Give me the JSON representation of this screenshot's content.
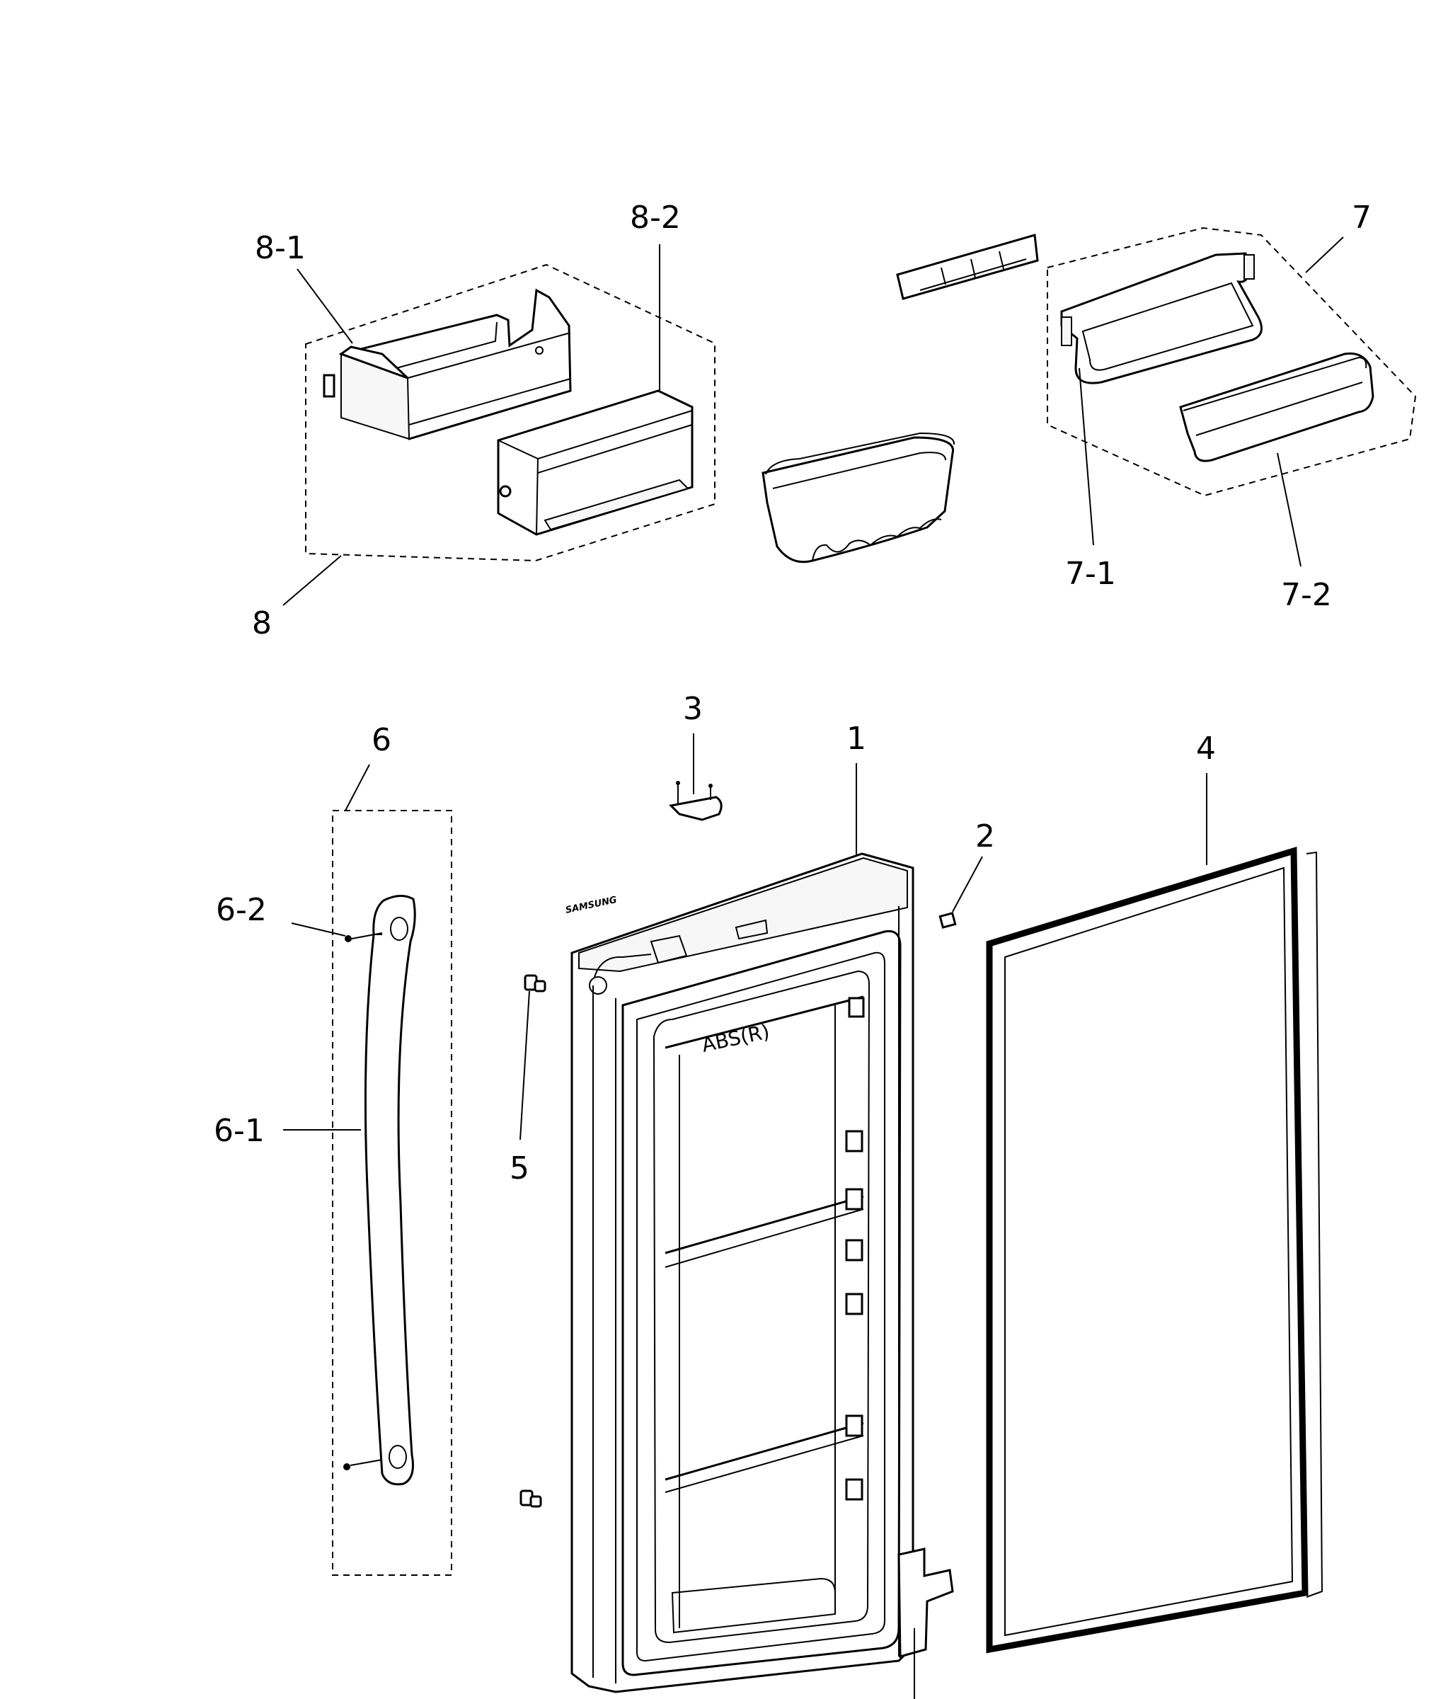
{
  "diagram": {
    "labels": {
      "l8_1": "8-1",
      "l8_2": "8-2",
      "l8": "8",
      "l7": "7",
      "l7_1": "7-1",
      "l7_2": "7-2",
      "l3": "3",
      "l1": "1",
      "l4": "4",
      "l2": "2",
      "l6": "6",
      "l6_2": "6-2",
      "l6_1": "6-1",
      "l5": "5"
    },
    "door_marking": "ABS(R)",
    "door_logo": "SAMSUNG"
  }
}
